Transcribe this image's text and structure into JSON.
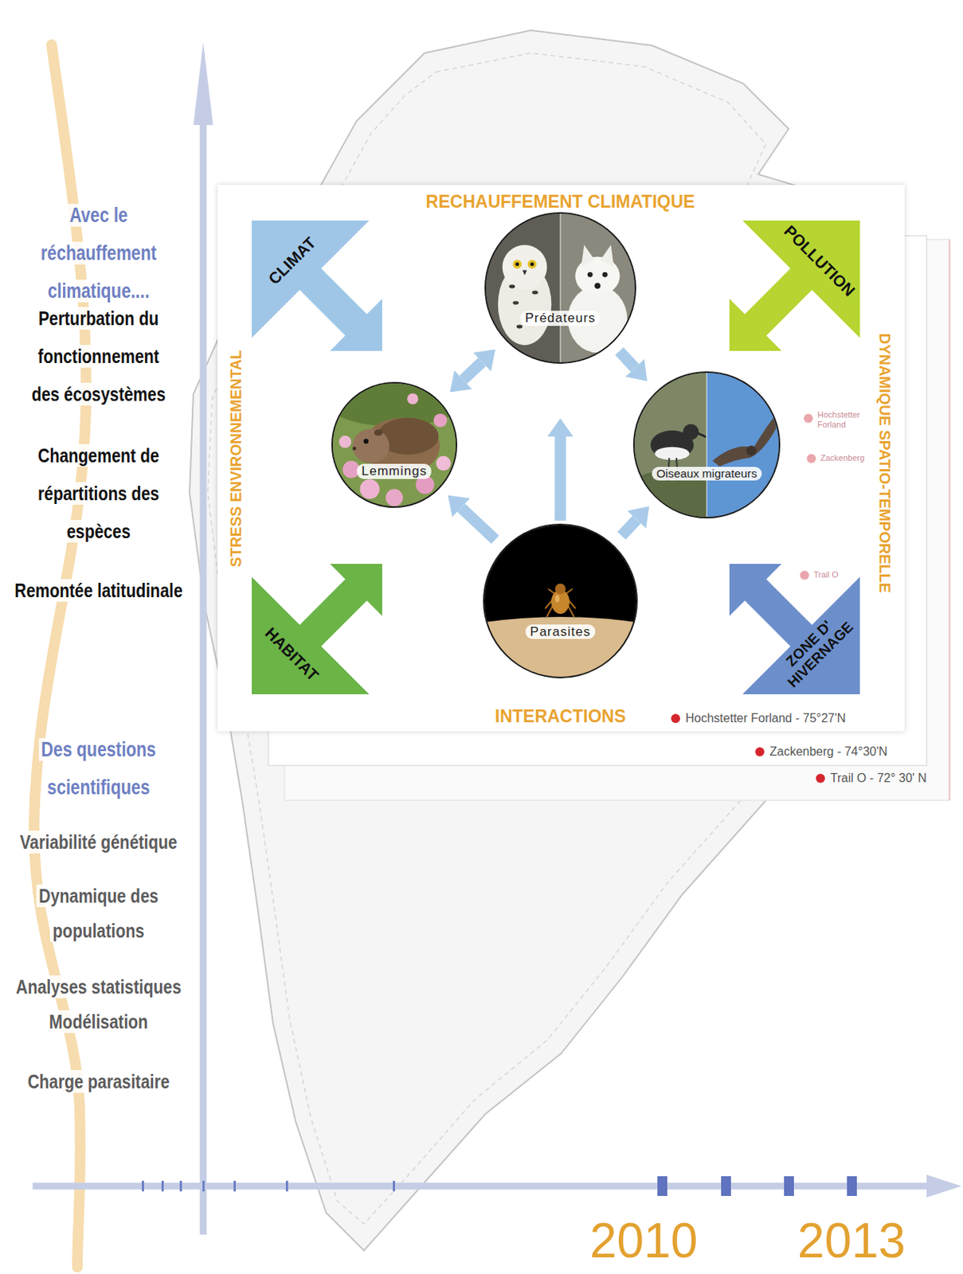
{
  "diagram": {
    "nodes": [
      {
        "text": [
          "RECHAUFFEMENT CLIMATIQUE",
          "STRESS ENVIRONNEMENTAL",
          "DYNAMIQUE SPATIO-TEMPORELLE",
          "INTERACTIONS"
        ]
      },
      {
        "text": [
          "CLIMAT"
        ],
        "in": 0
      },
      {
        "text": [
          "POLLUTION"
        ],
        "in": 0
      },
      {
        "text": [
          "Prédateurs"
        ],
        "in": 0
      },
      {
        "text": [
          "Lemmings"
        ],
        "in": 0
      },
      {
        "text": [
          "Oiseaux migrateurs"
        ],
        "in": 0
      },
      {
        "text": [
          "Parasites"
        ],
        "in": 0
      },
      {
        "text": [
          "HABITAT"
        ],
        "in": 0
      },
      {
        "text": [
          "ZONE D' HIVERNAGE"
        ],
        "in": 0
      }
    ],
    "edges": [
      {
        "from": 4,
        "to": 3,
        "arrow": "both"
      },
      {
        "from": 3,
        "to": 5,
        "arrow": "to"
      },
      {
        "from": 6,
        "to": 3,
        "arrow": "to"
      },
      {
        "from": 6,
        "to": 4,
        "arrow": "to"
      },
      {
        "from": 6,
        "to": 5,
        "arrow": "to"
      }
    ],
    "labels": [
      "Avec le réchauffement climatique....",
      "Perturbation du fonctionnement des écosystèmes",
      "Changement de répartitions des espèces",
      "Remontée latitudinale",
      "Des questions scientifiques",
      "Variabilité génétique",
      "Dynamique des populations",
      "Analyses statistiques Modélisation",
      "Charge parasitaire",
      "Hochstetter Forland",
      "Zackenberg",
      "Trail O",
      "2010",
      "2013"
    ],
    "legend": [
      {
        "text": "Hochstetter Forland - 75°27'N",
        "color": "#d6262d"
      },
      {
        "text": "Zackenberg - 74°30'N",
        "color": "#d6262d"
      },
      {
        "text": "Trail O - 72° 30' N",
        "color": "#d6262d"
      }
    ]
  }
}
